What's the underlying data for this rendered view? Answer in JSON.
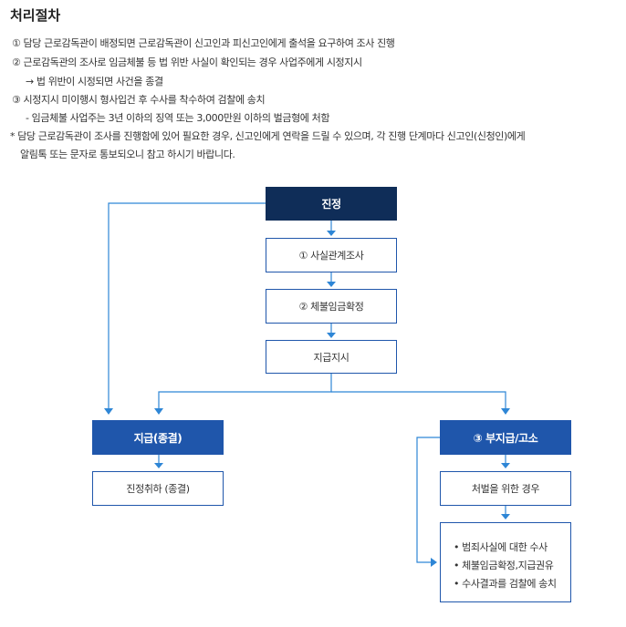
{
  "title": "처리절차",
  "notes": [
    "① 담당 근로감독관이 배정되면 근로감독관이 신고인과 피신고인에게 출석을 요구하여 조사 진행",
    "② 근로감독관의 조사로 임금체불 등 법 위반 사실이 확인되는 경우 사업주에게 시정지시",
    "→ 법 위반이 시정되면 사건을 종결",
    "③ 시정지시 미이행시 형사입건 후 수사를 착수하여 검찰에 송치",
    "- 임금체불 사업주는 3년 이하의 징역 또는 3,000만원 이하의 벌금형에 처함",
    "* 담당 근로감독관이 조사를 진행함에 있어 필요한 경우, 신고인에게 연락을 드릴 수 있으며, 각 진행 단계마다 신고인(신청인)에게",
    "알림톡 또는 문자로 통보되오니 참고 하시기 바랍니다."
  ],
  "flow": {
    "start": "진정",
    "step1": "① 사실관계조사",
    "step2": "② 체불임금확정",
    "step3": "지급지시",
    "paid": "지급(종결)",
    "paid_result": "진정취하 (종결)",
    "unpaid": "③ 부지급/고소",
    "unpaid_sub": "처벌을 위한 경우",
    "unpaid_items": [
      "• 범죄사실에 대한 수사",
      "• 체불임금확정,지급권유",
      "• 수사결과를 검찰에 송치"
    ]
  },
  "colors": {
    "dark_navy": "#0f2d58",
    "blue": "#1f56ab",
    "line": "#2e86d6"
  }
}
